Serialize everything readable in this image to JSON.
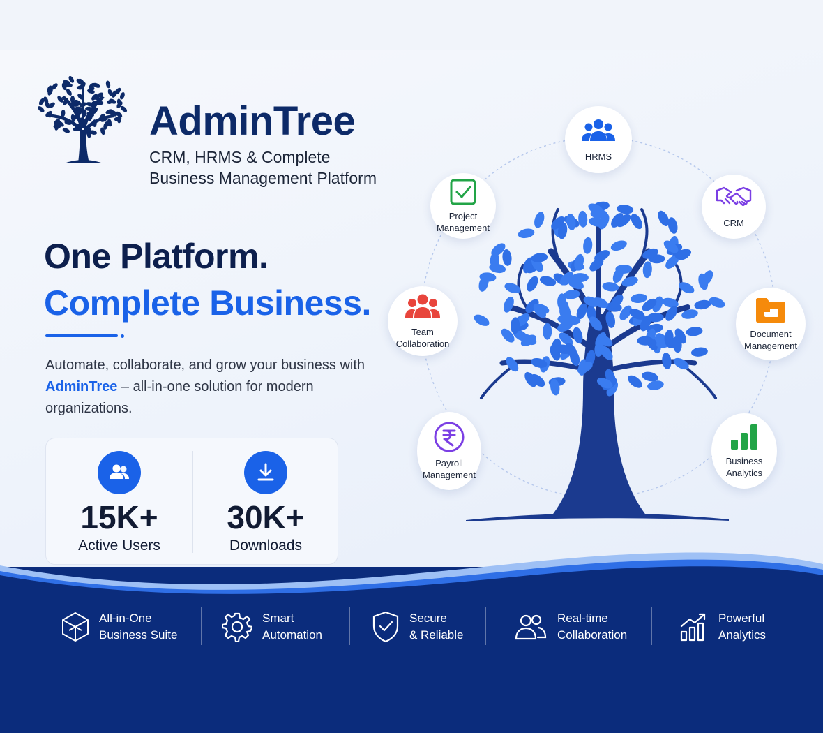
{
  "brand": {
    "name": "AdminTree",
    "tagline_line1": "CRM, HRMS & Complete",
    "tagline_line2": "Business Management Platform"
  },
  "headline": {
    "line1": "One Platform.",
    "line2": "Complete Business."
  },
  "description": {
    "part1": "Automate, collaborate, and grow your business with ",
    "highlight": "AdminTree",
    "part2": " – all-in-one solution for modern organizations."
  },
  "stats": [
    {
      "value": "15K+",
      "label": "Active Users",
      "icon": "users-icon"
    },
    {
      "value": "30K+",
      "label": "Downloads",
      "icon": "download-icon"
    }
  ],
  "modules": [
    {
      "line1": "HRMS",
      "line2": "",
      "icon": "people-group-icon"
    },
    {
      "line1": "CRM",
      "line2": "",
      "icon": "handshake-icon"
    },
    {
      "line1": "Project",
      "line2": "Management",
      "icon": "checkbox-icon"
    },
    {
      "line1": "Team",
      "line2": "Collaboration",
      "icon": "team-icon"
    },
    {
      "line1": "Document",
      "line2": "Management",
      "icon": "folder-icon"
    },
    {
      "line1": "Payroll",
      "line2": "Management",
      "icon": "rupee-icon"
    },
    {
      "line1": "Business",
      "line2": "Analytics",
      "icon": "bar-chart-icon"
    }
  ],
  "features": [
    {
      "line1": "All-in-One",
      "line2": "Business Suite",
      "icon": "cube-icon"
    },
    {
      "line1": "Smart",
      "line2": "Automation",
      "icon": "gear-icon"
    },
    {
      "line1": "Secure",
      "line2": "& Reliable",
      "icon": "shield-icon"
    },
    {
      "line1": "Real-time",
      "line2": "Collaboration",
      "icon": "people-icon"
    },
    {
      "line1": "Powerful",
      "line2": "Analytics",
      "icon": "analytics-icon"
    }
  ],
  "colors": {
    "navy": "#0d2a68",
    "accent_blue": "#1a62e8",
    "footer_blue": "#0b2c7c",
    "leaf_blue": "#2f6fe6",
    "green": "#22a447",
    "orange": "#f58a0b",
    "purple": "#7b3fe4",
    "red": "#e8453c"
  }
}
